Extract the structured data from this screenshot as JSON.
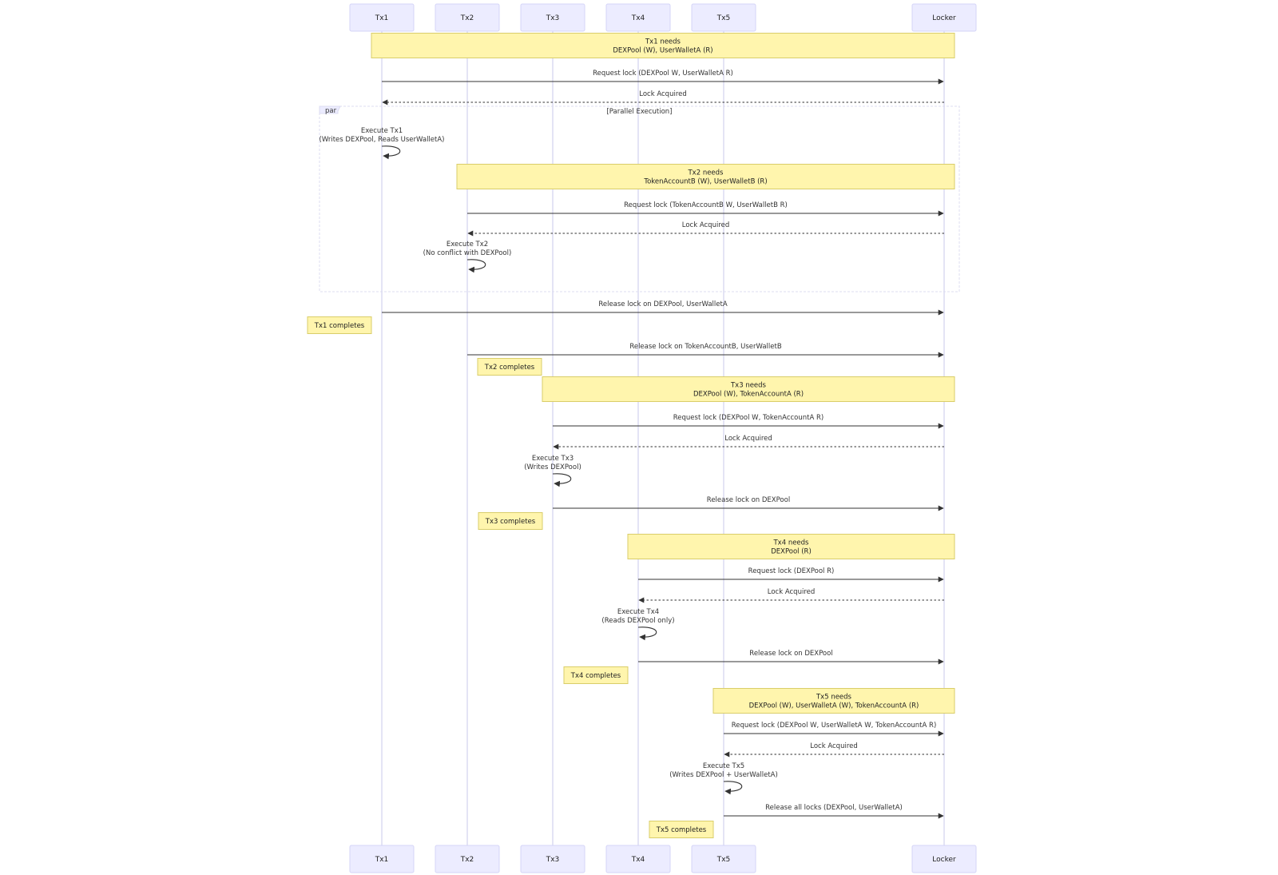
{
  "participants": [
    {
      "id": "Tx1",
      "label": "Tx1"
    },
    {
      "id": "Tx2",
      "label": "Tx2"
    },
    {
      "id": "Tx3",
      "label": "Tx3"
    },
    {
      "id": "Tx4",
      "label": "Tx4"
    },
    {
      "id": "Tx5",
      "label": "Tx5"
    },
    {
      "id": "Locker",
      "label": "Locker"
    }
  ],
  "par_block": {
    "keyword": "par",
    "label": "[Parallel Execution]"
  },
  "events": [
    {
      "kind": "note",
      "from": "Tx1",
      "to": "Locker",
      "lines": [
        "Tx1 needs",
        "DEXPool (W), UserWalletA (R)"
      ]
    },
    {
      "kind": "msg",
      "from": "Tx1",
      "to": "Locker",
      "style": "solid",
      "text": "Request lock (DEXPool W, UserWalletA R)"
    },
    {
      "kind": "msg",
      "from": "Locker",
      "to": "Tx1",
      "style": "dotted",
      "text": "Lock Acquired"
    },
    {
      "kind": "self",
      "actor": "Tx1",
      "lines": [
        "Execute Tx1",
        "(Writes DEXPool, Reads UserWalletA)"
      ]
    },
    {
      "kind": "note",
      "from": "Tx2",
      "to": "Locker",
      "lines": [
        "Tx2 needs",
        "TokenAccountB (W), UserWalletB (R)"
      ]
    },
    {
      "kind": "msg",
      "from": "Tx2",
      "to": "Locker",
      "style": "solid",
      "text": "Request lock (TokenAccountB W, UserWalletB R)"
    },
    {
      "kind": "msg",
      "from": "Locker",
      "to": "Tx2",
      "style": "dotted",
      "text": "Lock Acquired"
    },
    {
      "kind": "self",
      "actor": "Tx2",
      "lines": [
        "Execute Tx2",
        "(No conflict with DEXPool)"
      ]
    },
    {
      "kind": "msg",
      "from": "Tx1",
      "to": "Locker",
      "style": "solid",
      "text": "Release lock on DEXPool, UserWalletA"
    },
    {
      "kind": "note",
      "from": "Tx1",
      "to": "Tx1",
      "side": "left",
      "lines": [
        "Tx1 completes"
      ]
    },
    {
      "kind": "msg",
      "from": "Tx2",
      "to": "Locker",
      "style": "solid",
      "text": "Release lock on TokenAccountB, UserWalletB"
    },
    {
      "kind": "note",
      "from": "Tx2",
      "to": "Tx2",
      "side": "right",
      "lines": [
        "Tx2 completes"
      ]
    },
    {
      "kind": "note",
      "from": "Tx3",
      "to": "Locker",
      "lines": [
        "Tx3 needs",
        "DEXPool (W), TokenAccountA (R)"
      ]
    },
    {
      "kind": "msg",
      "from": "Tx3",
      "to": "Locker",
      "style": "solid",
      "text": "Request lock (DEXPool W, TokenAccountA R)"
    },
    {
      "kind": "msg",
      "from": "Locker",
      "to": "Tx3",
      "style": "dotted",
      "text": "Lock Acquired"
    },
    {
      "kind": "self",
      "actor": "Tx3",
      "lines": [
        "Execute Tx3",
        "(Writes DEXPool)"
      ]
    },
    {
      "kind": "msg",
      "from": "Tx3",
      "to": "Locker",
      "style": "solid",
      "text": "Release lock on DEXPool"
    },
    {
      "kind": "note",
      "from": "Tx3",
      "to": "Tx3",
      "side": "left",
      "lines": [
        "Tx3 completes"
      ]
    },
    {
      "kind": "note",
      "from": "Tx4",
      "to": "Locker",
      "lines": [
        "Tx4 needs",
        "DEXPool (R)"
      ]
    },
    {
      "kind": "msg",
      "from": "Tx4",
      "to": "Locker",
      "style": "solid",
      "text": "Request lock (DEXPool R)"
    },
    {
      "kind": "msg",
      "from": "Locker",
      "to": "Tx4",
      "style": "dotted",
      "text": "Lock Acquired"
    },
    {
      "kind": "self",
      "actor": "Tx4",
      "lines": [
        "Execute Tx4",
        "(Reads DEXPool only)"
      ]
    },
    {
      "kind": "msg",
      "from": "Tx4",
      "to": "Locker",
      "style": "solid",
      "text": "Release lock on DEXPool"
    },
    {
      "kind": "note",
      "from": "Tx4",
      "to": "Tx4",
      "side": "left",
      "lines": [
        "Tx4 completes"
      ]
    },
    {
      "kind": "note",
      "from": "Tx5",
      "to": "Locker",
      "lines": [
        "Tx5 needs",
        "DEXPool (W), UserWalletA (W), TokenAccountA (R)"
      ]
    },
    {
      "kind": "msg",
      "from": "Tx5",
      "to": "Locker",
      "style": "solid",
      "text": "Request lock (DEXPool W, UserWalletA W, TokenAccountA R)"
    },
    {
      "kind": "msg",
      "from": "Locker",
      "to": "Tx5",
      "style": "dotted",
      "text": "Lock Acquired"
    },
    {
      "kind": "self",
      "actor": "Tx5",
      "lines": [
        "Execute Tx5",
        "(Writes DEXPool + UserWalletA)"
      ]
    },
    {
      "kind": "msg",
      "from": "Tx5",
      "to": "Locker",
      "style": "solid",
      "text": "Release all locks (DEXPool, UserWalletA)"
    },
    {
      "kind": "note",
      "from": "Tx5",
      "to": "Tx5",
      "side": "left",
      "lines": [
        "Tx5 completes"
      ]
    }
  ],
  "colors": {
    "actor_fill": "#ececff",
    "note_fill": "#fff5ad",
    "line": "#333333",
    "lifeline": "#d2d2ee"
  }
}
